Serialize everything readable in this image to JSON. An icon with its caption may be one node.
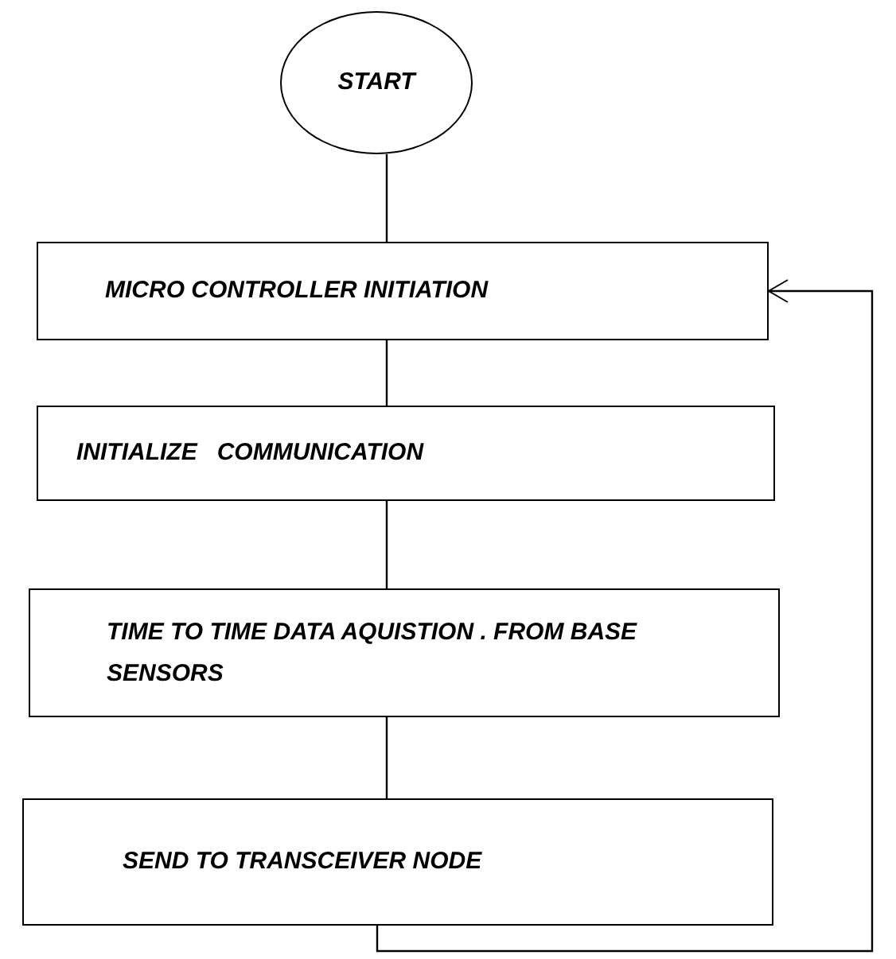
{
  "diagram": {
    "nodes": [
      {
        "text": [
          "START"
        ]
      },
      {
        "text": [
          "MICRO CONTROLLER INITIATION"
        ]
      },
      {
        "text": [
          "INITIALIZE   COMMUNICATION"
        ]
      },
      {
        "text": [
          "TIME TO TIME DATA AQUISTION . FROM BASE SENSORS"
        ]
      },
      {
        "text": [
          "SEND TO TRANSCEIVER NODE"
        ]
      }
    ],
    "edges": [
      {
        "from": 0,
        "to": 1,
        "arrow": "none"
      },
      {
        "from": 1,
        "to": 2,
        "arrow": "none"
      },
      {
        "from": 2,
        "to": 3,
        "arrow": "none"
      },
      {
        "from": 3,
        "to": 4,
        "arrow": "none"
      },
      {
        "from": 4,
        "to": 1,
        "arrow": "to"
      }
    ]
  }
}
